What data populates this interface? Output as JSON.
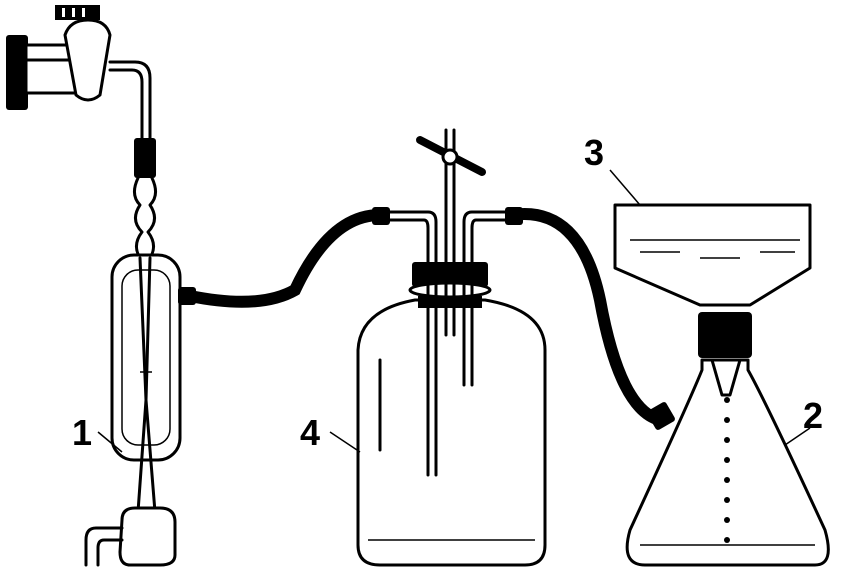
{
  "labels": {
    "item_1": "1",
    "item_2": "2",
    "item_3": "3",
    "item_4": "4"
  }
}
